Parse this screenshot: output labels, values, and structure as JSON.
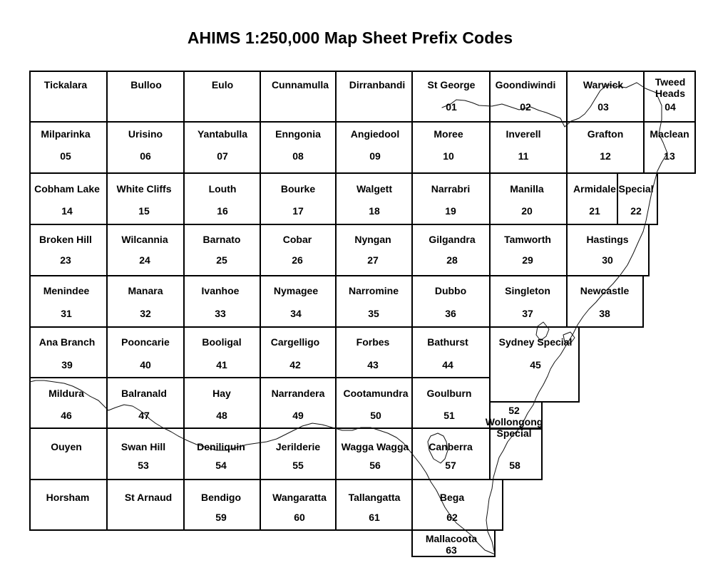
{
  "title": "AHIMS 1:250,000 Map Sheet Prefix Codes",
  "sheets": [
    {
      "name": "Tickalara",
      "code": ""
    },
    {
      "name": "Bulloo",
      "code": ""
    },
    {
      "name": "Eulo",
      "code": ""
    },
    {
      "name": "Cunnamulla",
      "code": ""
    },
    {
      "name": "Dirranbandi",
      "code": ""
    },
    {
      "name": "St George",
      "code": "01"
    },
    {
      "name": "Goondiwindi",
      "code": "02"
    },
    {
      "name": "Warwick",
      "code": "03"
    },
    {
      "name": "Tweed\nHeads",
      "code": "04"
    },
    {
      "name": "Milparinka",
      "code": "05"
    },
    {
      "name": "Urisino",
      "code": "06"
    },
    {
      "name": "Yantabulla",
      "code": "07"
    },
    {
      "name": "Enngonia",
      "code": "08"
    },
    {
      "name": "Angiedool",
      "code": "09"
    },
    {
      "name": "Moree",
      "code": "10"
    },
    {
      "name": "Inverell",
      "code": "11"
    },
    {
      "name": "Grafton",
      "code": "12"
    },
    {
      "name": "Maclean",
      "code": "13"
    },
    {
      "name": "Cobham Lake",
      "code": "14"
    },
    {
      "name": "White Cliffs",
      "code": "15"
    },
    {
      "name": "Louth",
      "code": "16"
    },
    {
      "name": "Bourke",
      "code": "17"
    },
    {
      "name": "Walgett",
      "code": "18"
    },
    {
      "name": "Narrabri",
      "code": "19"
    },
    {
      "name": "Manilla",
      "code": "20"
    },
    {
      "name": "Armidale",
      "code": "21"
    },
    {
      "name": "Special",
      "code": "22"
    },
    {
      "name": "Broken Hill",
      "code": "23"
    },
    {
      "name": "Wilcannia",
      "code": "24"
    },
    {
      "name": "Barnato",
      "code": "25"
    },
    {
      "name": "Cobar",
      "code": "26"
    },
    {
      "name": "Nyngan",
      "code": "27"
    },
    {
      "name": "Gilgandra",
      "code": "28"
    },
    {
      "name": "Tamworth",
      "code": "29"
    },
    {
      "name": "Hastings",
      "code": "30"
    },
    {
      "name": "Menindee",
      "code": "31"
    },
    {
      "name": "Manara",
      "code": "32"
    },
    {
      "name": "Ivanhoe",
      "code": "33"
    },
    {
      "name": "Nymagee",
      "code": "34"
    },
    {
      "name": "Narromine",
      "code": "35"
    },
    {
      "name": "Dubbo",
      "code": "36"
    },
    {
      "name": "Singleton",
      "code": "37"
    },
    {
      "name": "Newcastle",
      "code": "38"
    },
    {
      "name": "Ana Branch",
      "code": "39"
    },
    {
      "name": "Pooncarie",
      "code": "40"
    },
    {
      "name": "Booligal",
      "code": "41"
    },
    {
      "name": "Cargelligo",
      "code": "42"
    },
    {
      "name": "Forbes",
      "code": "43"
    },
    {
      "name": "Bathurst",
      "code": "44"
    },
    {
      "name": "Sydney Special",
      "code": "45"
    },
    {
      "name": "Mildura",
      "code": "46"
    },
    {
      "name": "Balranald",
      "code": "47"
    },
    {
      "name": "Hay",
      "code": "48"
    },
    {
      "name": "Narrandera",
      "code": "49"
    },
    {
      "name": "Cootamundra",
      "code": "50"
    },
    {
      "name": "Goulburn",
      "code": "51"
    },
    {
      "name": "Wollongong\nSpecial",
      "code": "52"
    },
    {
      "name": "Ouyen",
      "code": ""
    },
    {
      "name": "Swan Hill",
      "code": "53"
    },
    {
      "name": "Deniliquin",
      "code": "54"
    },
    {
      "name": "Jerilderie",
      "code": "55"
    },
    {
      "name": "Wagga Wagga",
      "code": "56"
    },
    {
      "name": "Canberra",
      "code": "57"
    },
    {
      "name": "",
      "code": "58"
    },
    {
      "name": "Horsham",
      "code": ""
    },
    {
      "name": "St Arnaud",
      "code": ""
    },
    {
      "name": "Bendigo",
      "code": "59"
    },
    {
      "name": "Wangaratta",
      "code": "60"
    },
    {
      "name": "Tallangatta",
      "code": "61"
    },
    {
      "name": "Bega",
      "code": "62"
    },
    {
      "name": "Mallacoota",
      "code": "63"
    }
  ]
}
